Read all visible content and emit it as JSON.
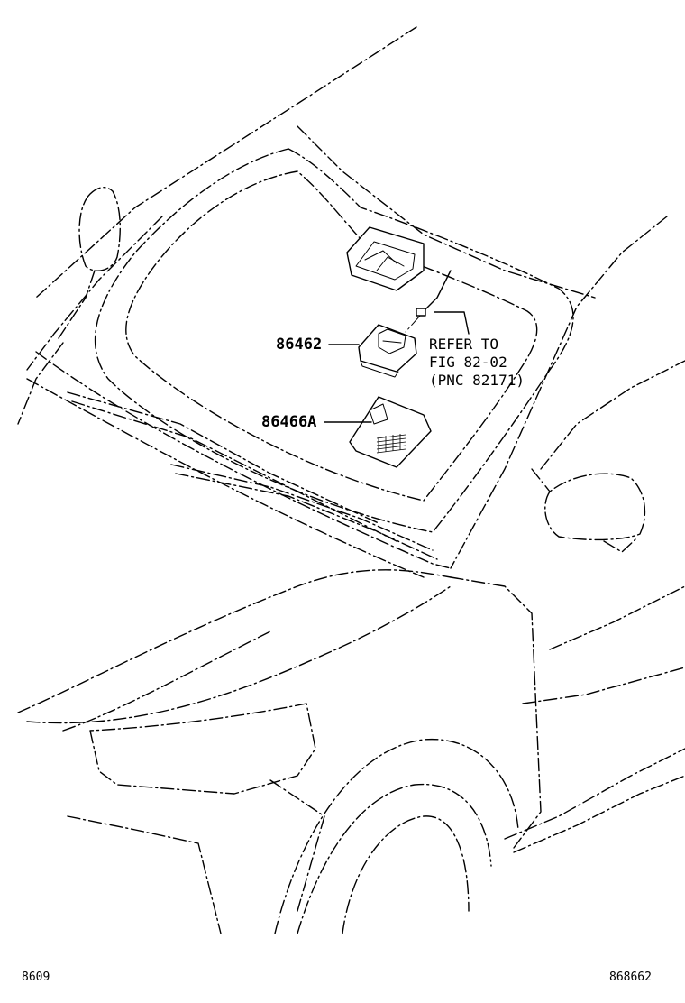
{
  "callouts": {
    "part_86462": "86462",
    "part_86466A": "86466A"
  },
  "reference_note": {
    "line1": "REFER TO",
    "line2": "FIG 82-02",
    "line3": "(PNC 82171)"
  },
  "footer": {
    "left_code": "8609",
    "right_code": "868662"
  },
  "colors": {
    "line": "#000000",
    "background": "#ffffff"
  }
}
